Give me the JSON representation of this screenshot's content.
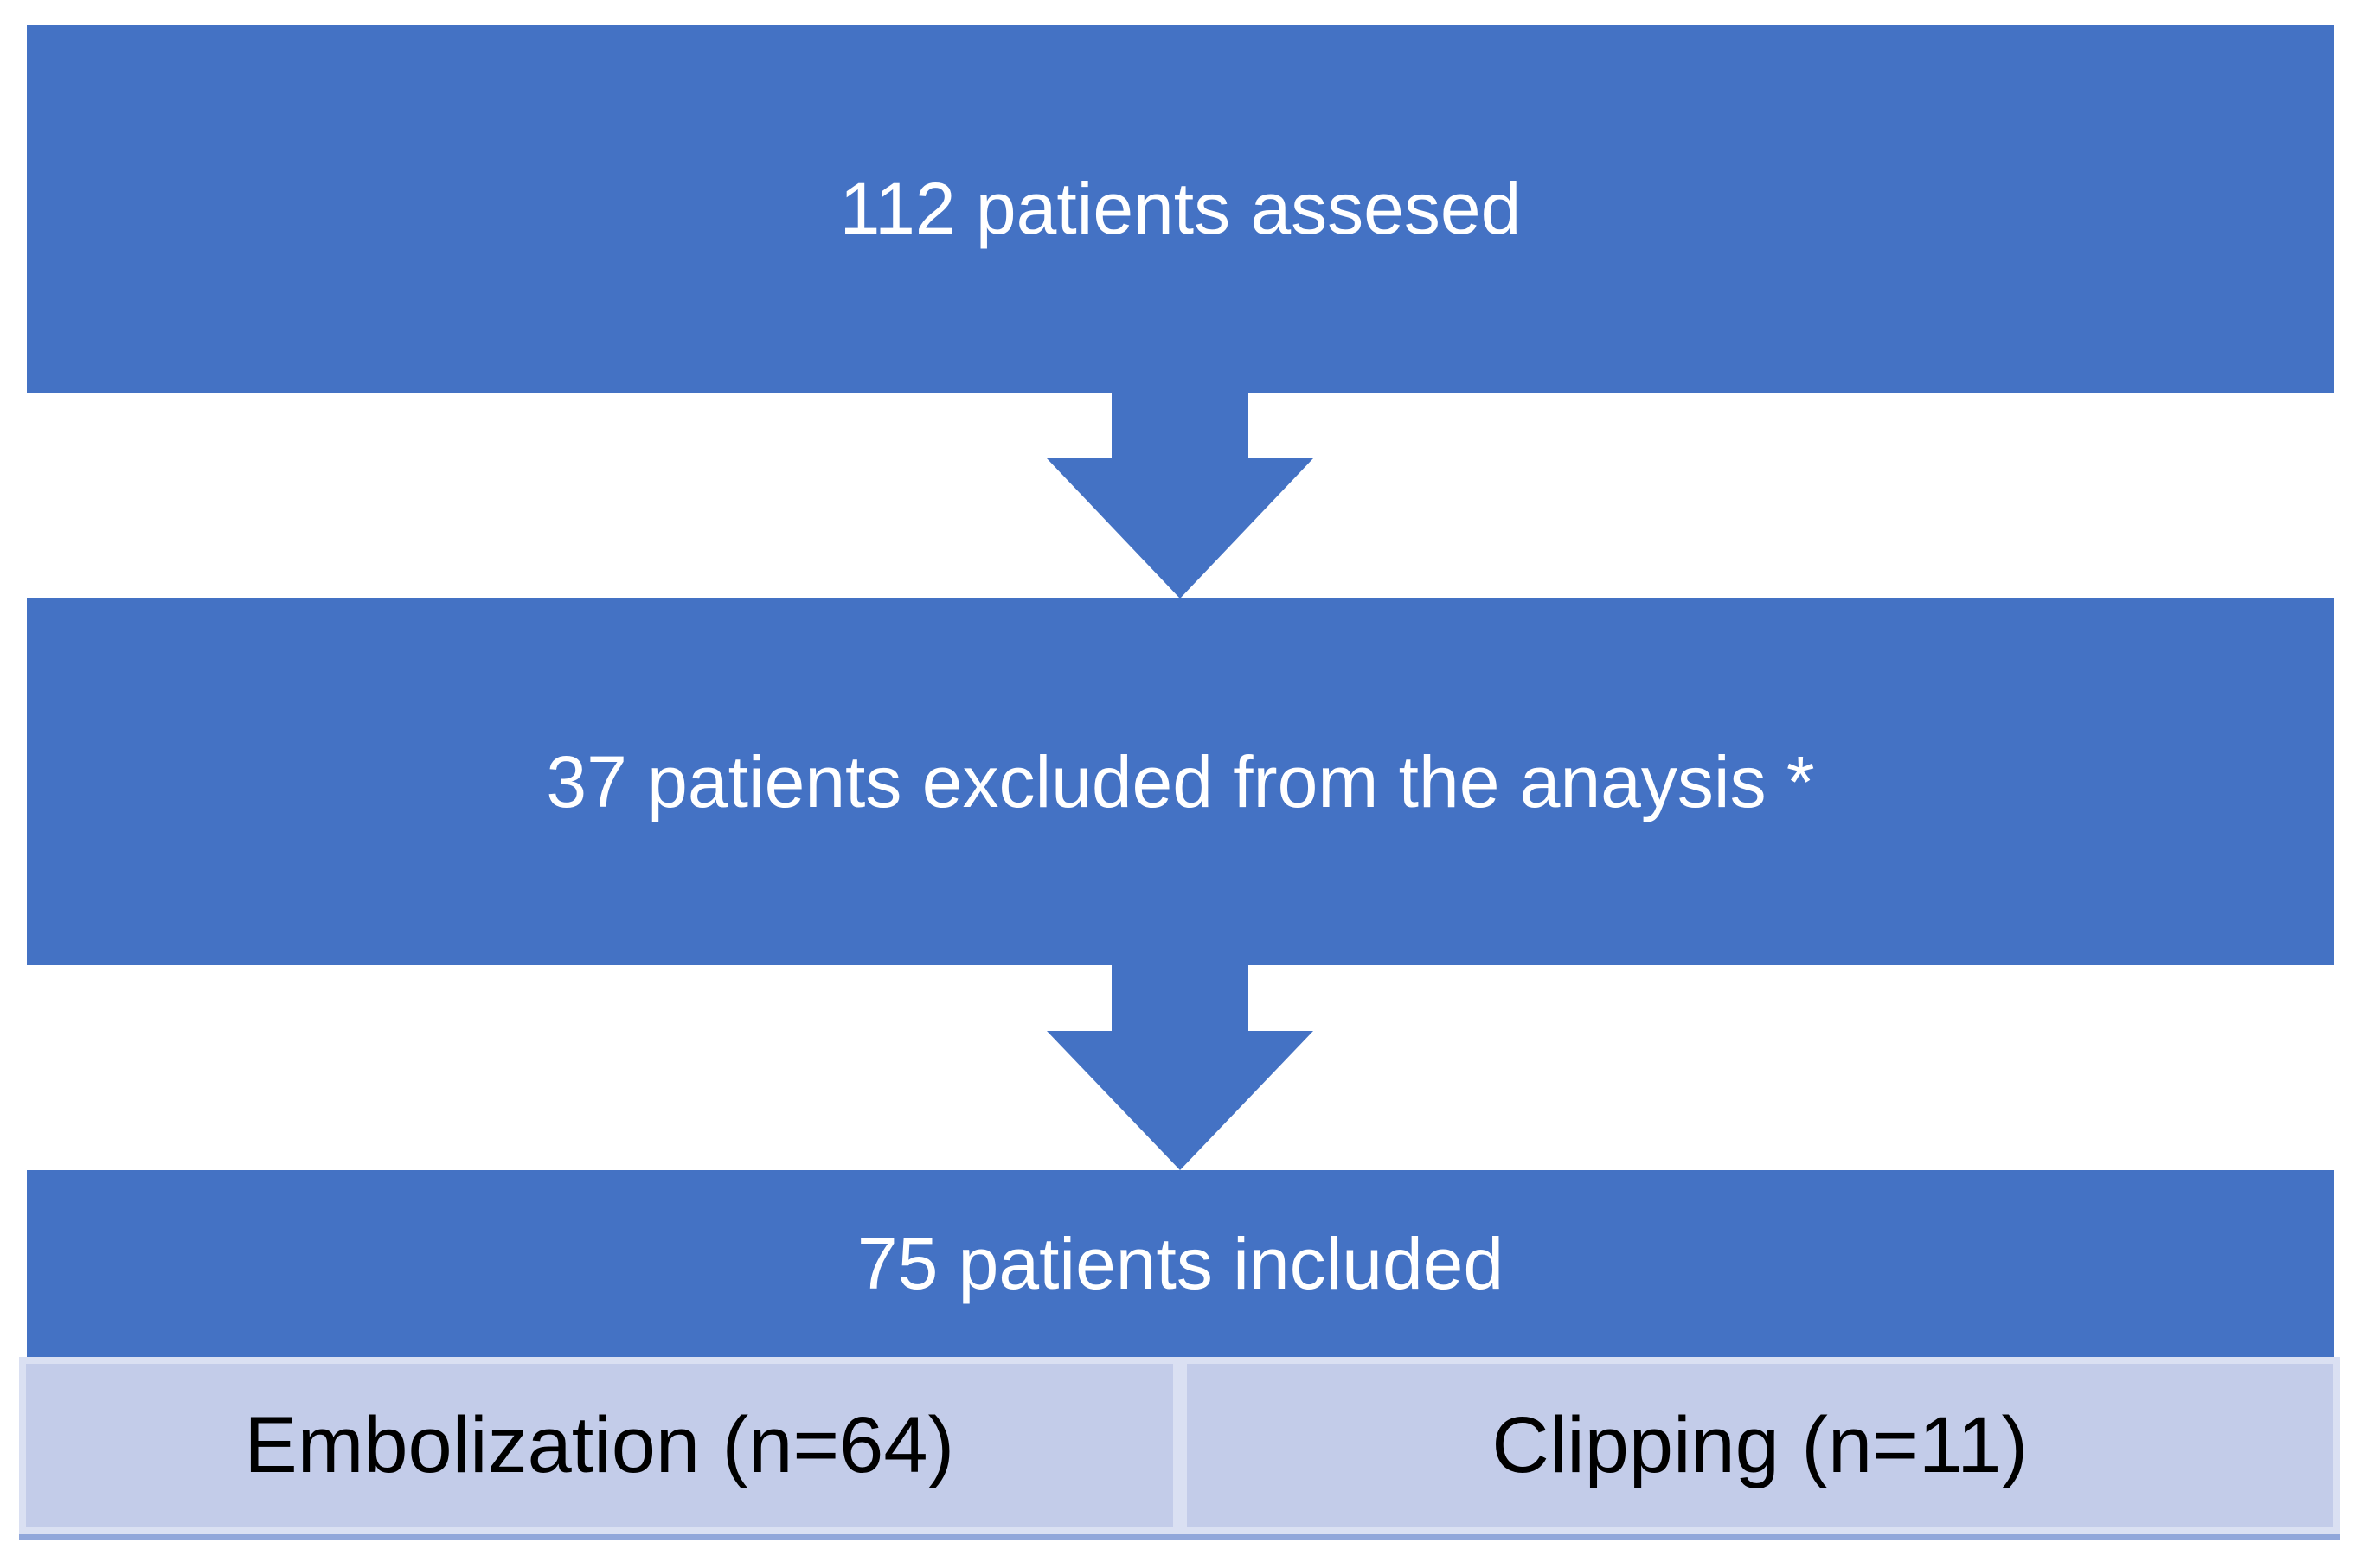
{
  "diagram": {
    "type": "flowchart",
    "background": "#FFFFFF",
    "colors": {
      "node_fill": "#4472C4",
      "node_text_color": "#FFFFFF",
      "arrow_fill": "#4472C4",
      "branch_fill": "#C3CCE9",
      "branch_border": "#DAE0F2",
      "branch_shadow": "#91A7DA",
      "branch_text_color": "#000000"
    },
    "nodes": [
      {
        "id": "assessed",
        "label": "112 patients assesed"
      },
      {
        "id": "excluded",
        "label": "37 patients excluded from the anaysis *"
      },
      {
        "id": "included",
        "label": "75 patients included"
      }
    ],
    "branches": [
      {
        "id": "embolization",
        "label": "Embolization (n=64)"
      },
      {
        "id": "clipping",
        "label": "Clipping (n=11)"
      }
    ]
  }
}
